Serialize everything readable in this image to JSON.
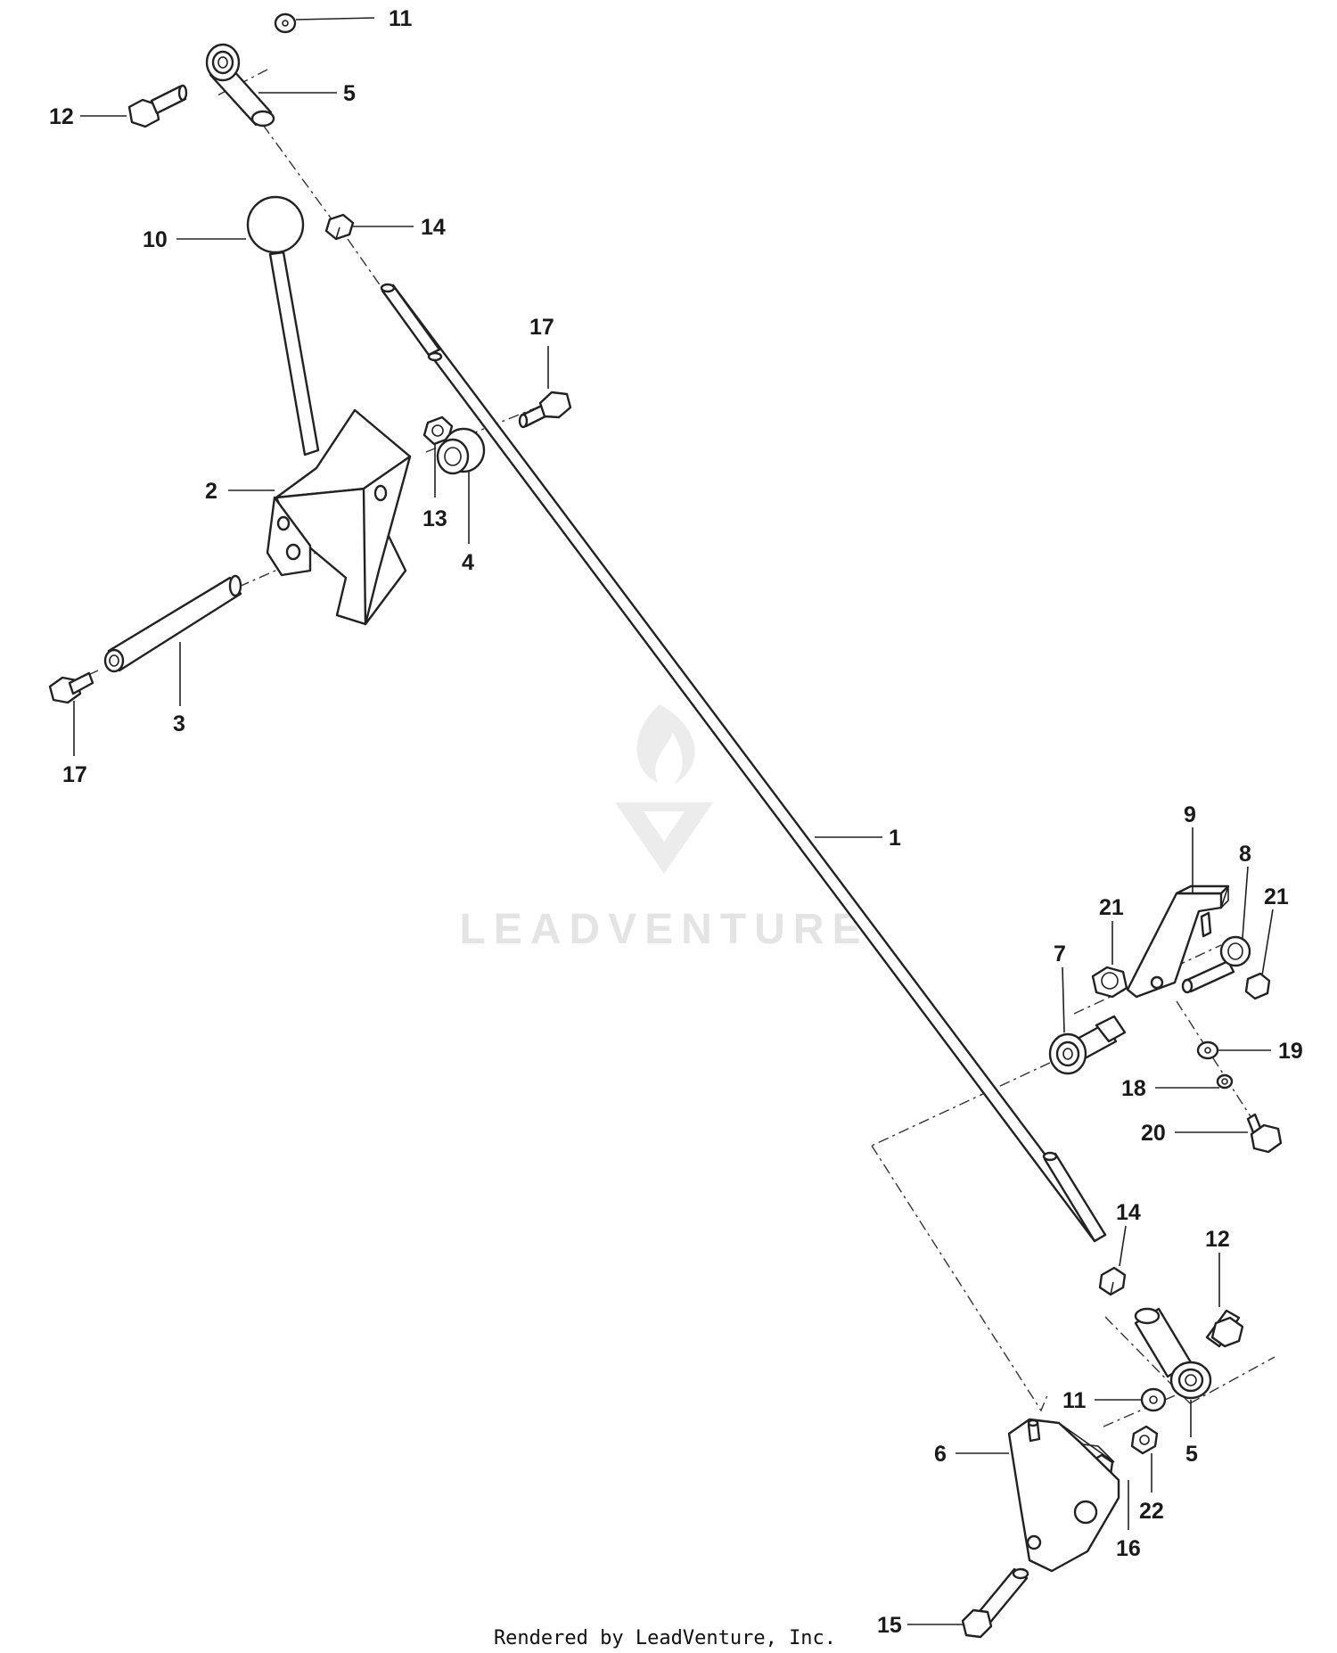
{
  "diagram": {
    "watermark_text": "LEADVENTURE",
    "footer_text": "Rendered by LeadVenture, Inc.",
    "callouts": [
      "1",
      "2",
      "3",
      "4",
      "5",
      "6",
      "7",
      "8",
      "9",
      "10",
      "11",
      "12",
      "13",
      "14",
      "15",
      "16",
      "17",
      "18",
      "19",
      "20",
      "21",
      "22"
    ]
  }
}
